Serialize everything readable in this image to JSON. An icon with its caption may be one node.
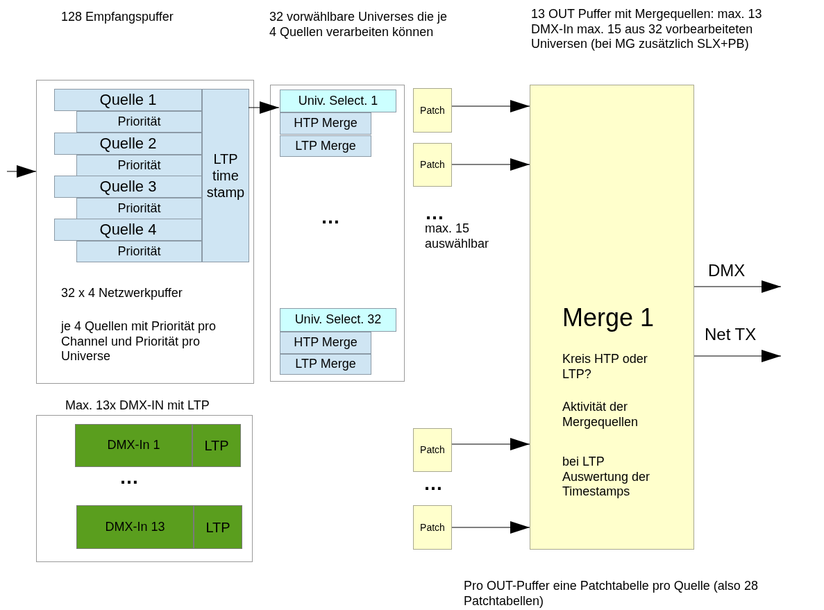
{
  "diagram": {
    "nodes": [
      {
        "text": [
          "128 Empfangspuffer",
          "32 x 4 Netzwerkpuffer",
          "je 4 Quellen mit Priorität pro Channel und Priorität pro Universe"
        ]
      },
      {
        "text": [
          "Quelle 1"
        ],
        "in": 0
      },
      {
        "text": [
          "Priorität"
        ],
        "in": 0
      },
      {
        "text": [
          "Quelle 2"
        ],
        "in": 0
      },
      {
        "text": [
          "Priorität"
        ],
        "in": 0
      },
      {
        "text": [
          "Quelle 3"
        ],
        "in": 0
      },
      {
        "text": [
          "Priorität"
        ],
        "in": 0
      },
      {
        "text": [
          "Quelle 4"
        ],
        "in": 0
      },
      {
        "text": [
          "Priorität"
        ],
        "in": 0
      },
      {
        "text": [
          "LTP time stamp"
        ],
        "in": 0
      },
      {
        "text": [
          "32 vorwählbare Universes die je 4 Quellen verarbeiten können",
          "…"
        ]
      },
      {
        "text": [
          "Univ. Select. 1"
        ],
        "in": 10
      },
      {
        "text": [
          "HTP Merge"
        ],
        "in": 10
      },
      {
        "text": [
          "LTP Merge"
        ],
        "in": 10
      },
      {
        "text": [
          "Univ. Select. 32"
        ],
        "in": 10
      },
      {
        "text": [
          "HTP Merge"
        ],
        "in": 10
      },
      {
        "text": [
          "LTP Merge"
        ],
        "in": 10
      },
      {
        "text": [
          "Max. 13x DMX-IN mit LTP",
          "…"
        ]
      },
      {
        "text": [
          "DMX-In 1"
        ],
        "in": 17
      },
      {
        "text": [
          "LTP"
        ],
        "in": 17
      },
      {
        "text": [
          "DMX-In 13"
        ],
        "in": 17
      },
      {
        "text": [
          "LTP"
        ],
        "in": 17
      },
      {
        "text": [
          "Patch"
        ]
      },
      {
        "text": [
          "Patch"
        ]
      },
      {
        "text": [
          "Patch"
        ]
      },
      {
        "text": [
          "Patch"
        ]
      },
      {
        "text": [
          "13 OUT Puffer mit Mergequellen: max. 13 DMX-In max. 15 aus 32 vorbearbeiteten Universen (bei MG zusätzlich SLX+PB)",
          "Merge 1",
          "Kreis HTP oder LTP?",
          "Aktivität der Mergequellen",
          "bei LTP Auswertung der Timestamps"
        ]
      }
    ],
    "edges": [
      {
        "from": null,
        "to": 0,
        "arrow": "to"
      },
      {
        "from": 9,
        "to": 11,
        "arrow": "to"
      },
      {
        "from": 22,
        "to": 26,
        "arrow": "to"
      },
      {
        "from": 23,
        "to": 26,
        "arrow": "to"
      },
      {
        "from": 24,
        "to": 26,
        "arrow": "to"
      },
      {
        "from": 25,
        "to": 26,
        "arrow": "to"
      },
      {
        "from": 26,
        "to": null,
        "arrow": "to",
        "label": "DMX"
      },
      {
        "from": 26,
        "to": null,
        "arrow": "to",
        "label": "Net TX"
      }
    ],
    "labels": [
      "…",
      "max. 15 auswählbar",
      "…",
      "Pro OUT-Puffer eine Patchtabelle pro Quelle (also 28 Patchtabellen)"
    ]
  }
}
